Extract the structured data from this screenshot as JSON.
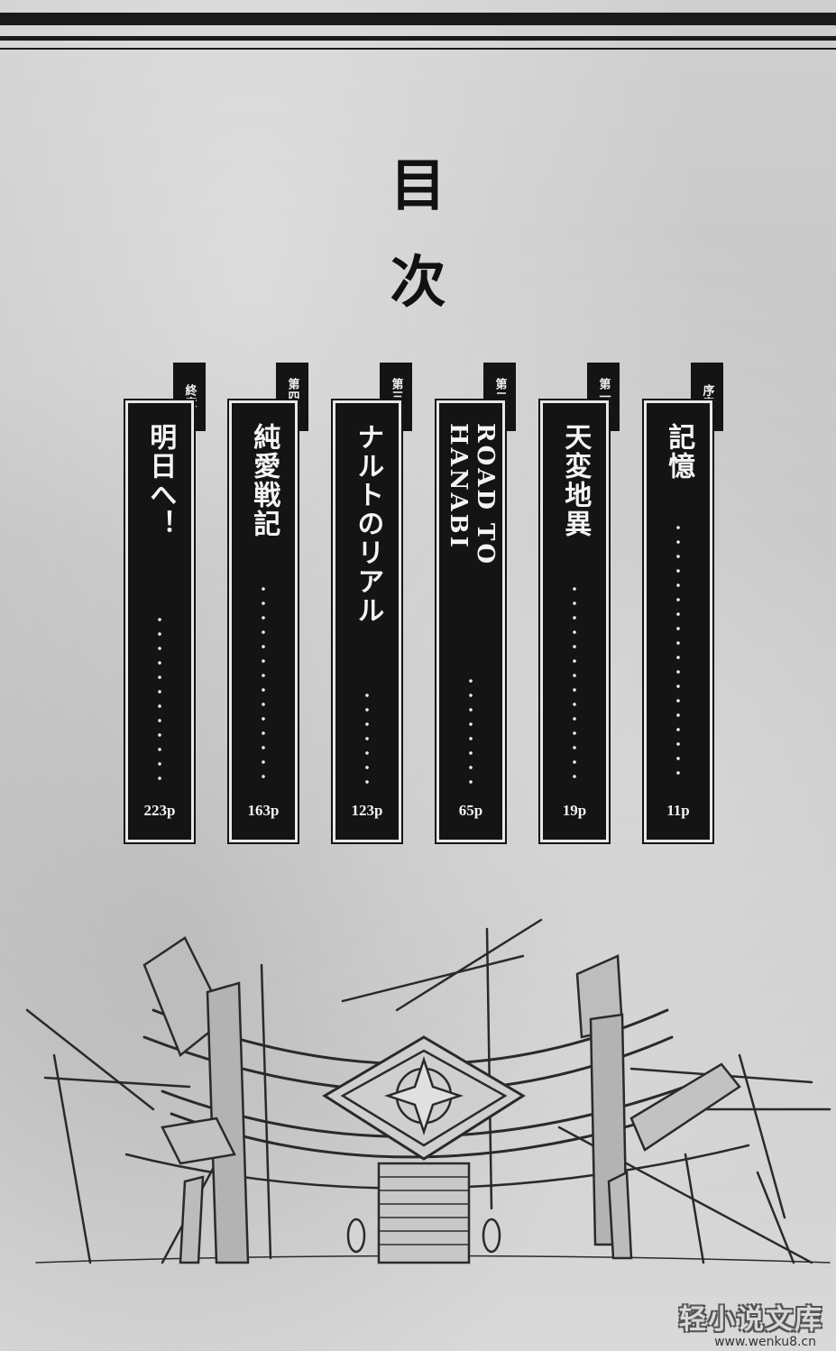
{
  "heading": {
    "char1": "目",
    "char2": "次"
  },
  "chapters": [
    {
      "label": "終章",
      "title": "明日へ！",
      "page": "223p"
    },
    {
      "label": "第四章",
      "title": "純愛戦記",
      "page": "163p"
    },
    {
      "label": "第三章",
      "title": "ナルトのリアル",
      "page": "123p"
    },
    {
      "label": "第二章",
      "title": "ROAD TO HANABI",
      "title_line1": "ROAD TO",
      "title_line2": "HANABI",
      "page": "65p"
    },
    {
      "label": "第一章",
      "title": "天変地異",
      "page": "19p"
    },
    {
      "label": "序章",
      "title": "記憶",
      "page": "11p"
    }
  ],
  "watermark": {
    "text": "轻小说文库",
    "url": "www.wenku8.cn"
  },
  "colors": {
    "panel": "#141414",
    "background": "#c9c9c9",
    "text_light": "#f4f4f4"
  }
}
